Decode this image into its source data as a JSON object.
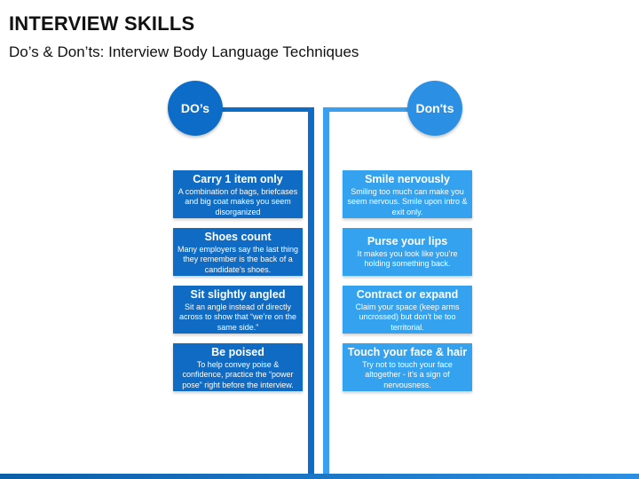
{
  "header": {
    "title": "INTERVIEW SKILLS",
    "subtitle": "Do’s & Don’ts: Interview Body Language Techniques"
  },
  "dos": {
    "label": "DO’s",
    "items": [
      {
        "title": "Carry 1 item only",
        "text": "A combination of bags, briefcases and big coat makes you seem disorganized"
      },
      {
        "title": "Shoes count",
        "text": "Many employers say the last thing they remember is the back of a candidate’s shoes."
      },
      {
        "title": "Sit slightly angled",
        "text": "Sit an angle instead of directly across to show that “we’re on the same side.”"
      },
      {
        "title": "Be poised",
        "text": "To help convey poise & confidence, practice the “power pose” right before the interview."
      }
    ]
  },
  "donts": {
    "label": "Don'ts",
    "items": [
      {
        "title": "Smile nervously",
        "text": "Smiling too much can make you seem nervous. Smile upon intro & exit only."
      },
      {
        "title": "Purse your lips",
        "text": "It makes you look like you’re holding something back."
      },
      {
        "title": "Contract or expand",
        "text": "Claim your space (keep arms uncrossed) but don’t be too territorial."
      },
      {
        "title": "Touch your face & hair",
        "text": "Try not to touch your face altogether - it’s a sign of nervousness."
      }
    ]
  },
  "colors": {
    "dos_primary": "#0d6cc7",
    "donts_primary": "#35a2f0"
  }
}
